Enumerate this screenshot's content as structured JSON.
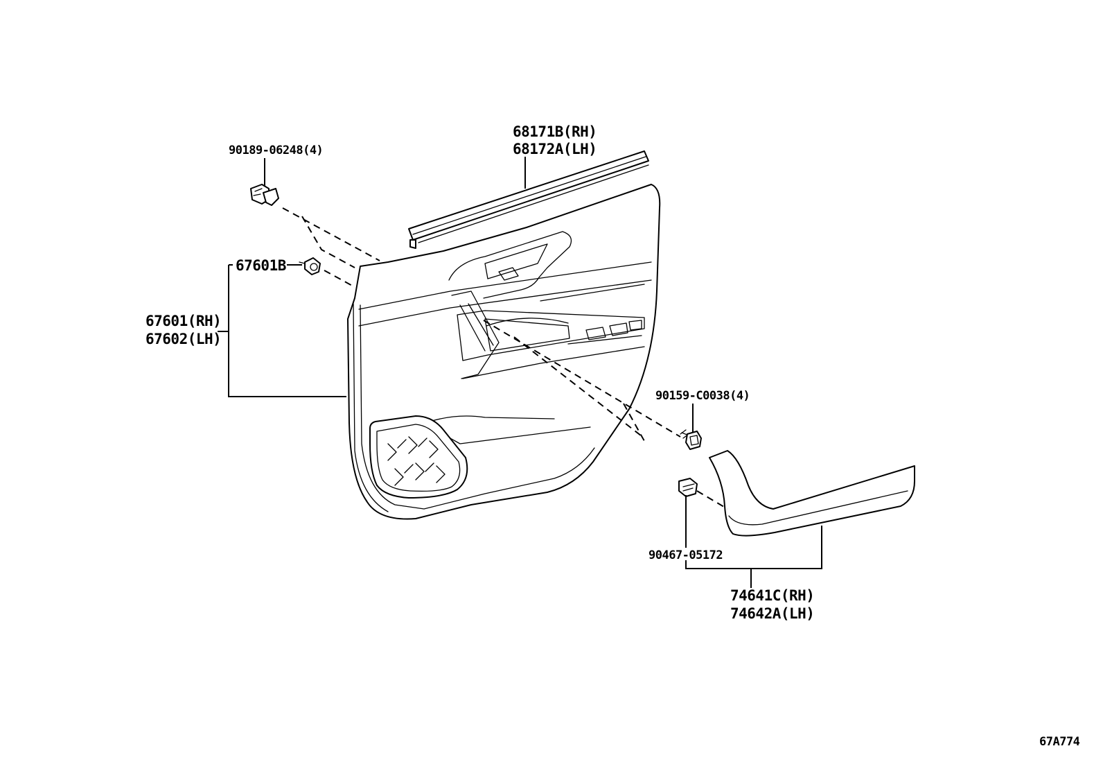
{
  "labels": {
    "clip_upper": "90189-06248(4)",
    "weatherstrip_rh": "68171B(RH)",
    "weatherstrip_lh": "68172A(LH)",
    "clip_67601b": "67601B",
    "board_rh": "67601(RH)",
    "board_lh": "67602(LH)",
    "screw": "90159-C0038(4)",
    "clip_lower": "90467-05172",
    "garnish_rh": "74641C(RH)",
    "garnish_lh": "74642A(LH)",
    "figure_code": "67A774"
  }
}
